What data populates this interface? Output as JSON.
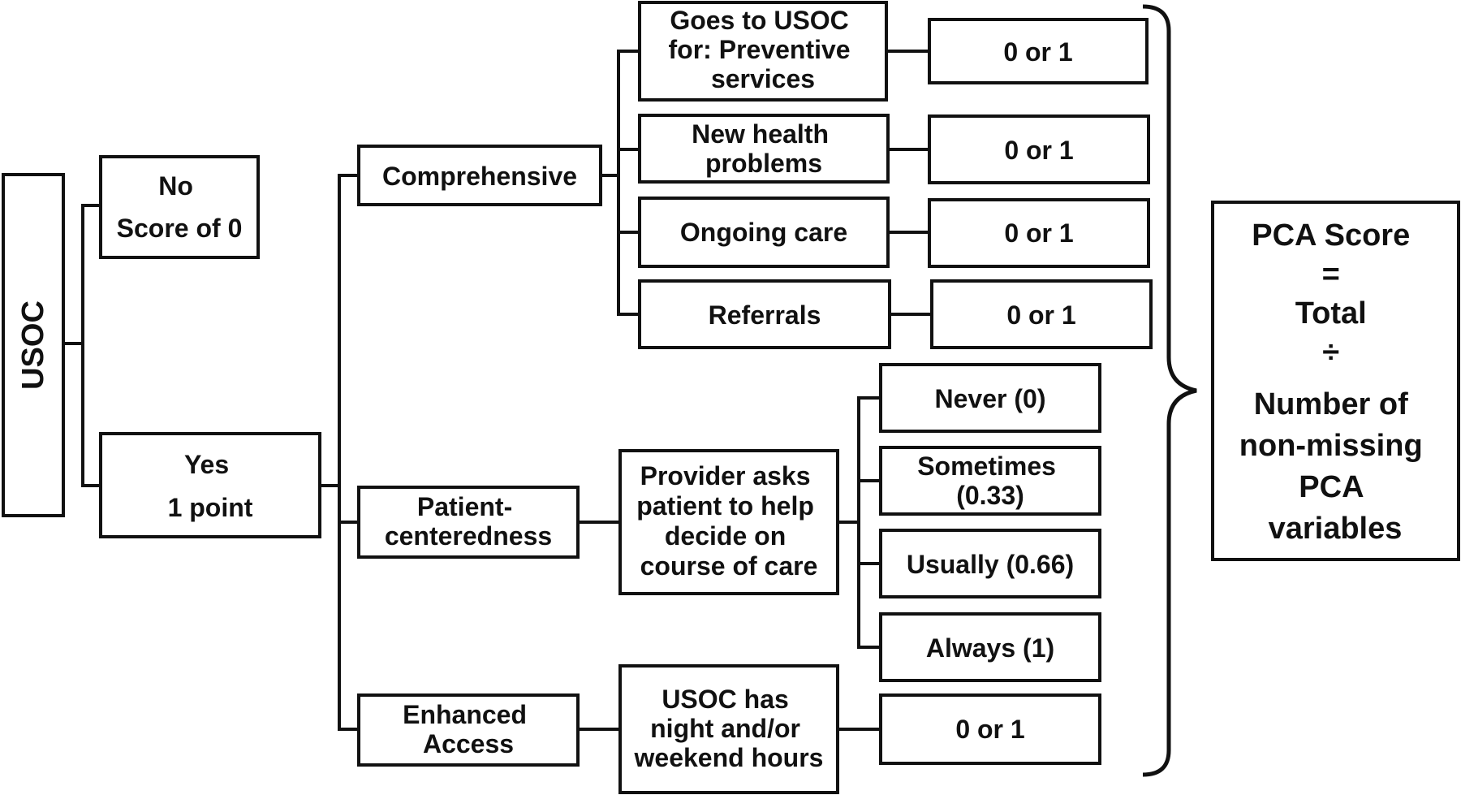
{
  "root": {
    "label": "USOC"
  },
  "no_branch": {
    "lines": [
      "No",
      "Score of 0"
    ]
  },
  "yes_branch": {
    "lines": [
      "Yes",
      "1 point"
    ]
  },
  "comprehensive": {
    "label": "Comprehensive",
    "items": [
      {
        "name": [
          "Goes to USOC",
          "for: Preventive",
          "services"
        ],
        "value": "0 or 1"
      },
      {
        "name": [
          "New health",
          "problems"
        ],
        "value": "0 or 1"
      },
      {
        "name": [
          "Ongoing care"
        ],
        "value": "0 or 1"
      },
      {
        "name": [
          "Referrals"
        ],
        "value": "0 or 1"
      }
    ]
  },
  "patient_centeredness": {
    "label": [
      "Patient-",
      "centeredness"
    ],
    "question": [
      "Provider asks",
      "patient to help",
      "decide on",
      "course of care"
    ],
    "options": [
      [
        "Never  (0)"
      ],
      [
        "Sometimes",
        "(0.33)"
      ],
      [
        "Usually  (0.66)"
      ],
      [
        "Always (1)"
      ]
    ]
  },
  "enhanced_access": {
    "label": [
      "Enhanced",
      "Access"
    ],
    "question": [
      "USOC has",
      "night and/or",
      "weekend hours"
    ],
    "value": "0 or 1"
  },
  "pca_score": {
    "lines": [
      "PCA Score",
      "=",
      "Total",
      "÷",
      "Number of",
      "non-missing",
      "PCA",
      "variables"
    ]
  },
  "colors": {
    "stroke": "#111111",
    "background": "#ffffff"
  }
}
